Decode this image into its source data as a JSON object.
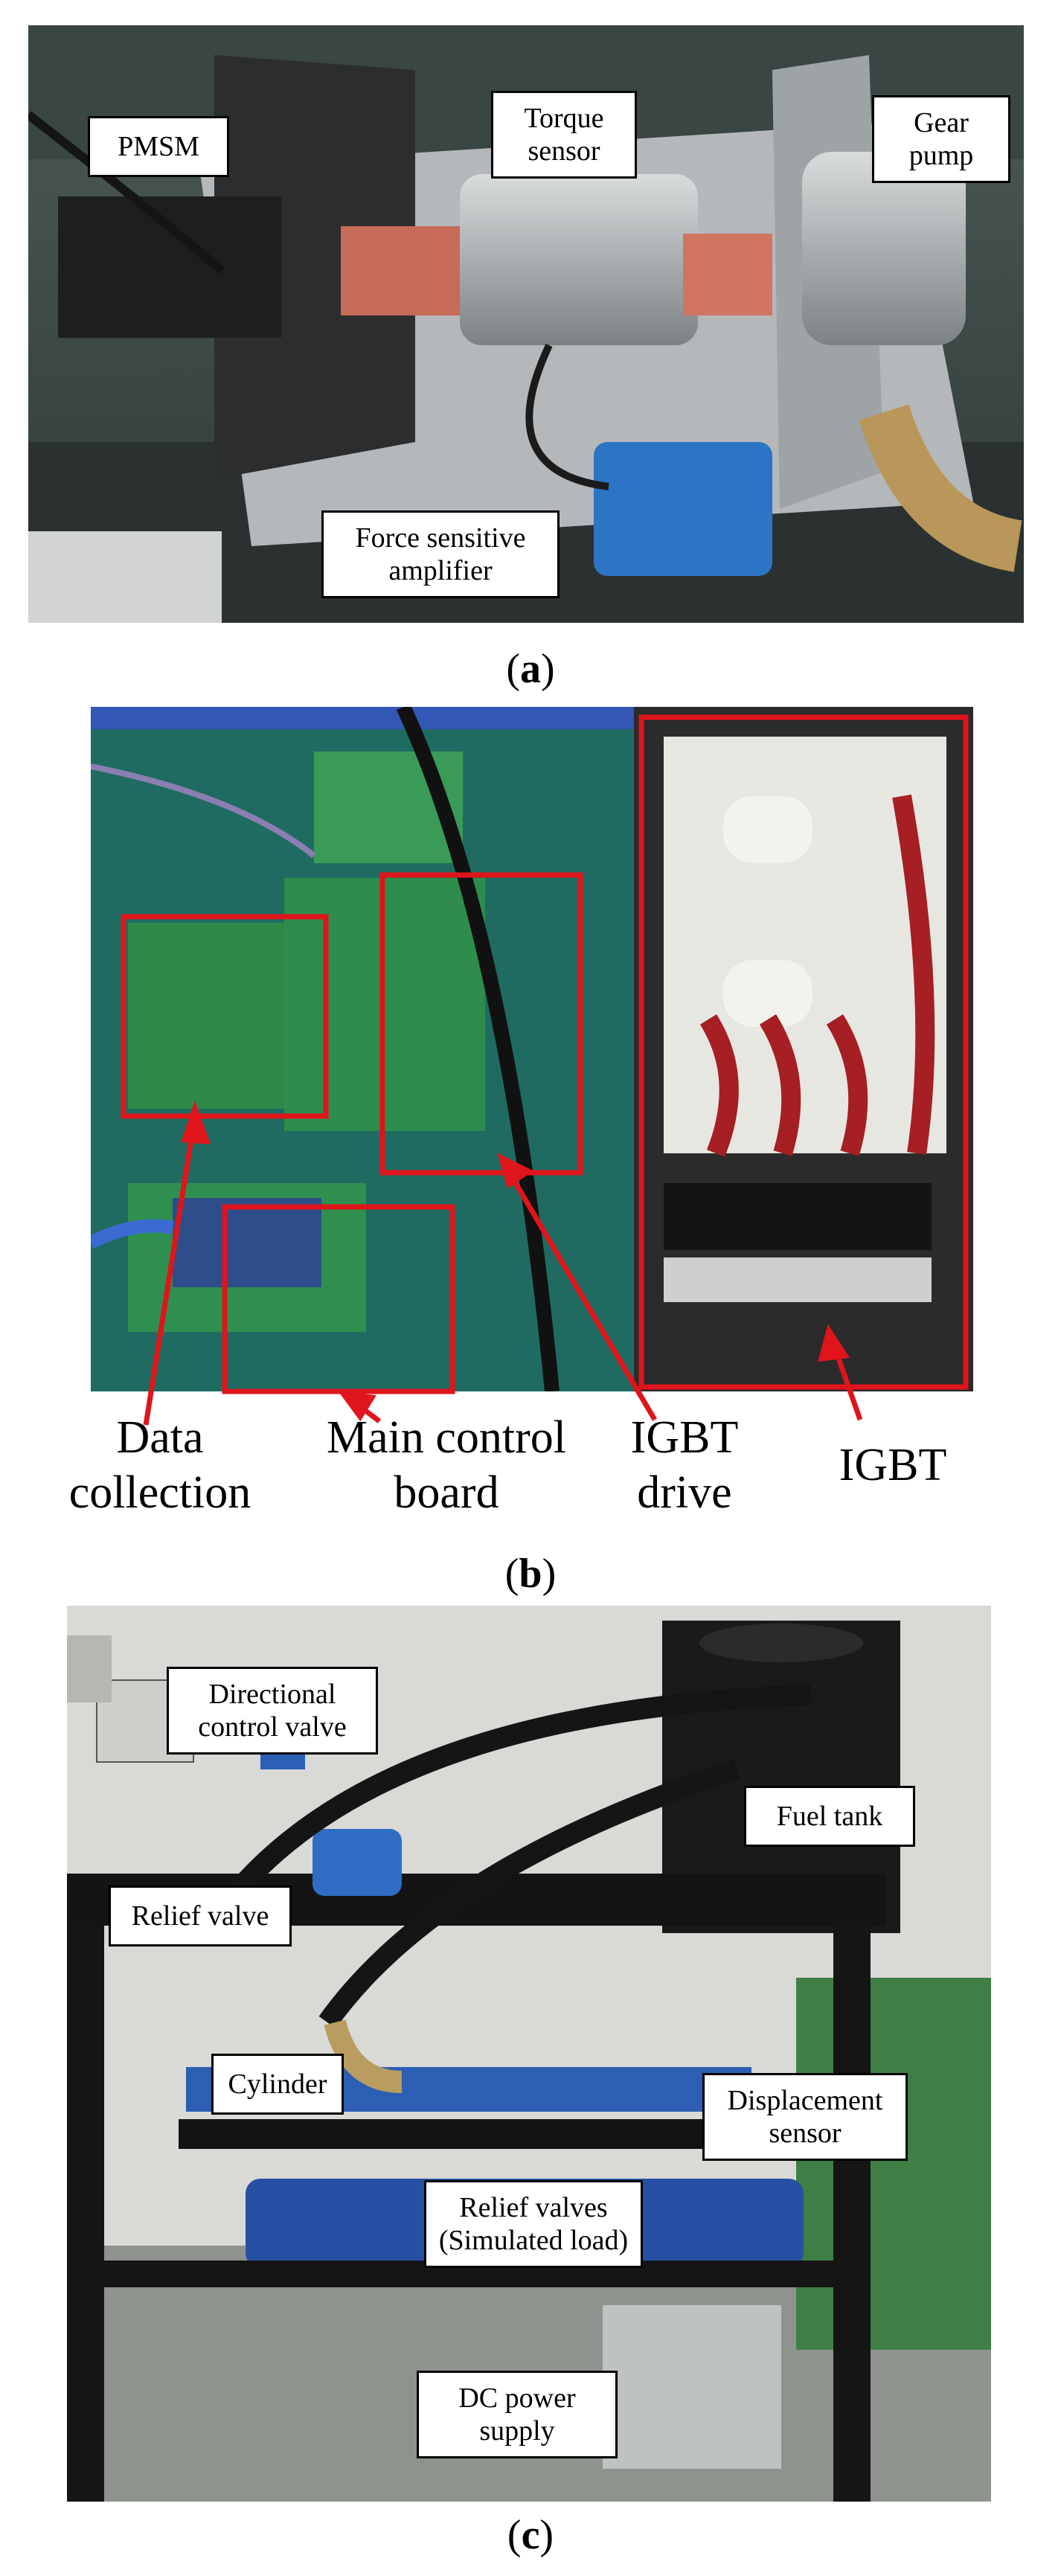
{
  "panel_a": {
    "caption": {
      "open": "(",
      "letter": "a",
      "close": ")"
    },
    "labels": {
      "pmsm": "PMSM",
      "torque_sensor": "Torque\nsensor",
      "gear_pump": "Gear\npump",
      "force_amplifier": "Force sensitive\namplifier"
    }
  },
  "panel_b": {
    "caption": {
      "open": "(",
      "letter": "b",
      "close": ")"
    },
    "labels": {
      "data_collection": "Data\ncollection",
      "main_control_board": "Main control\nboard",
      "igbt_drive": "IGBT\ndrive",
      "igbt": "IGBT"
    },
    "accent_color": "#e0141b"
  },
  "panel_c": {
    "caption": {
      "open": "(",
      "letter": "c",
      "close": ")"
    },
    "labels": {
      "directional_valve": "Directional\ncontrol valve",
      "fuel_tank": "Fuel tank",
      "relief_valve": "Relief valve",
      "cylinder": "Cylinder",
      "displacement_sensor": "Displacement\nsensor",
      "relief_valves_load": "Relief valves\n(Simulated load)",
      "dc_power_supply": "DC power\nsupply"
    }
  }
}
